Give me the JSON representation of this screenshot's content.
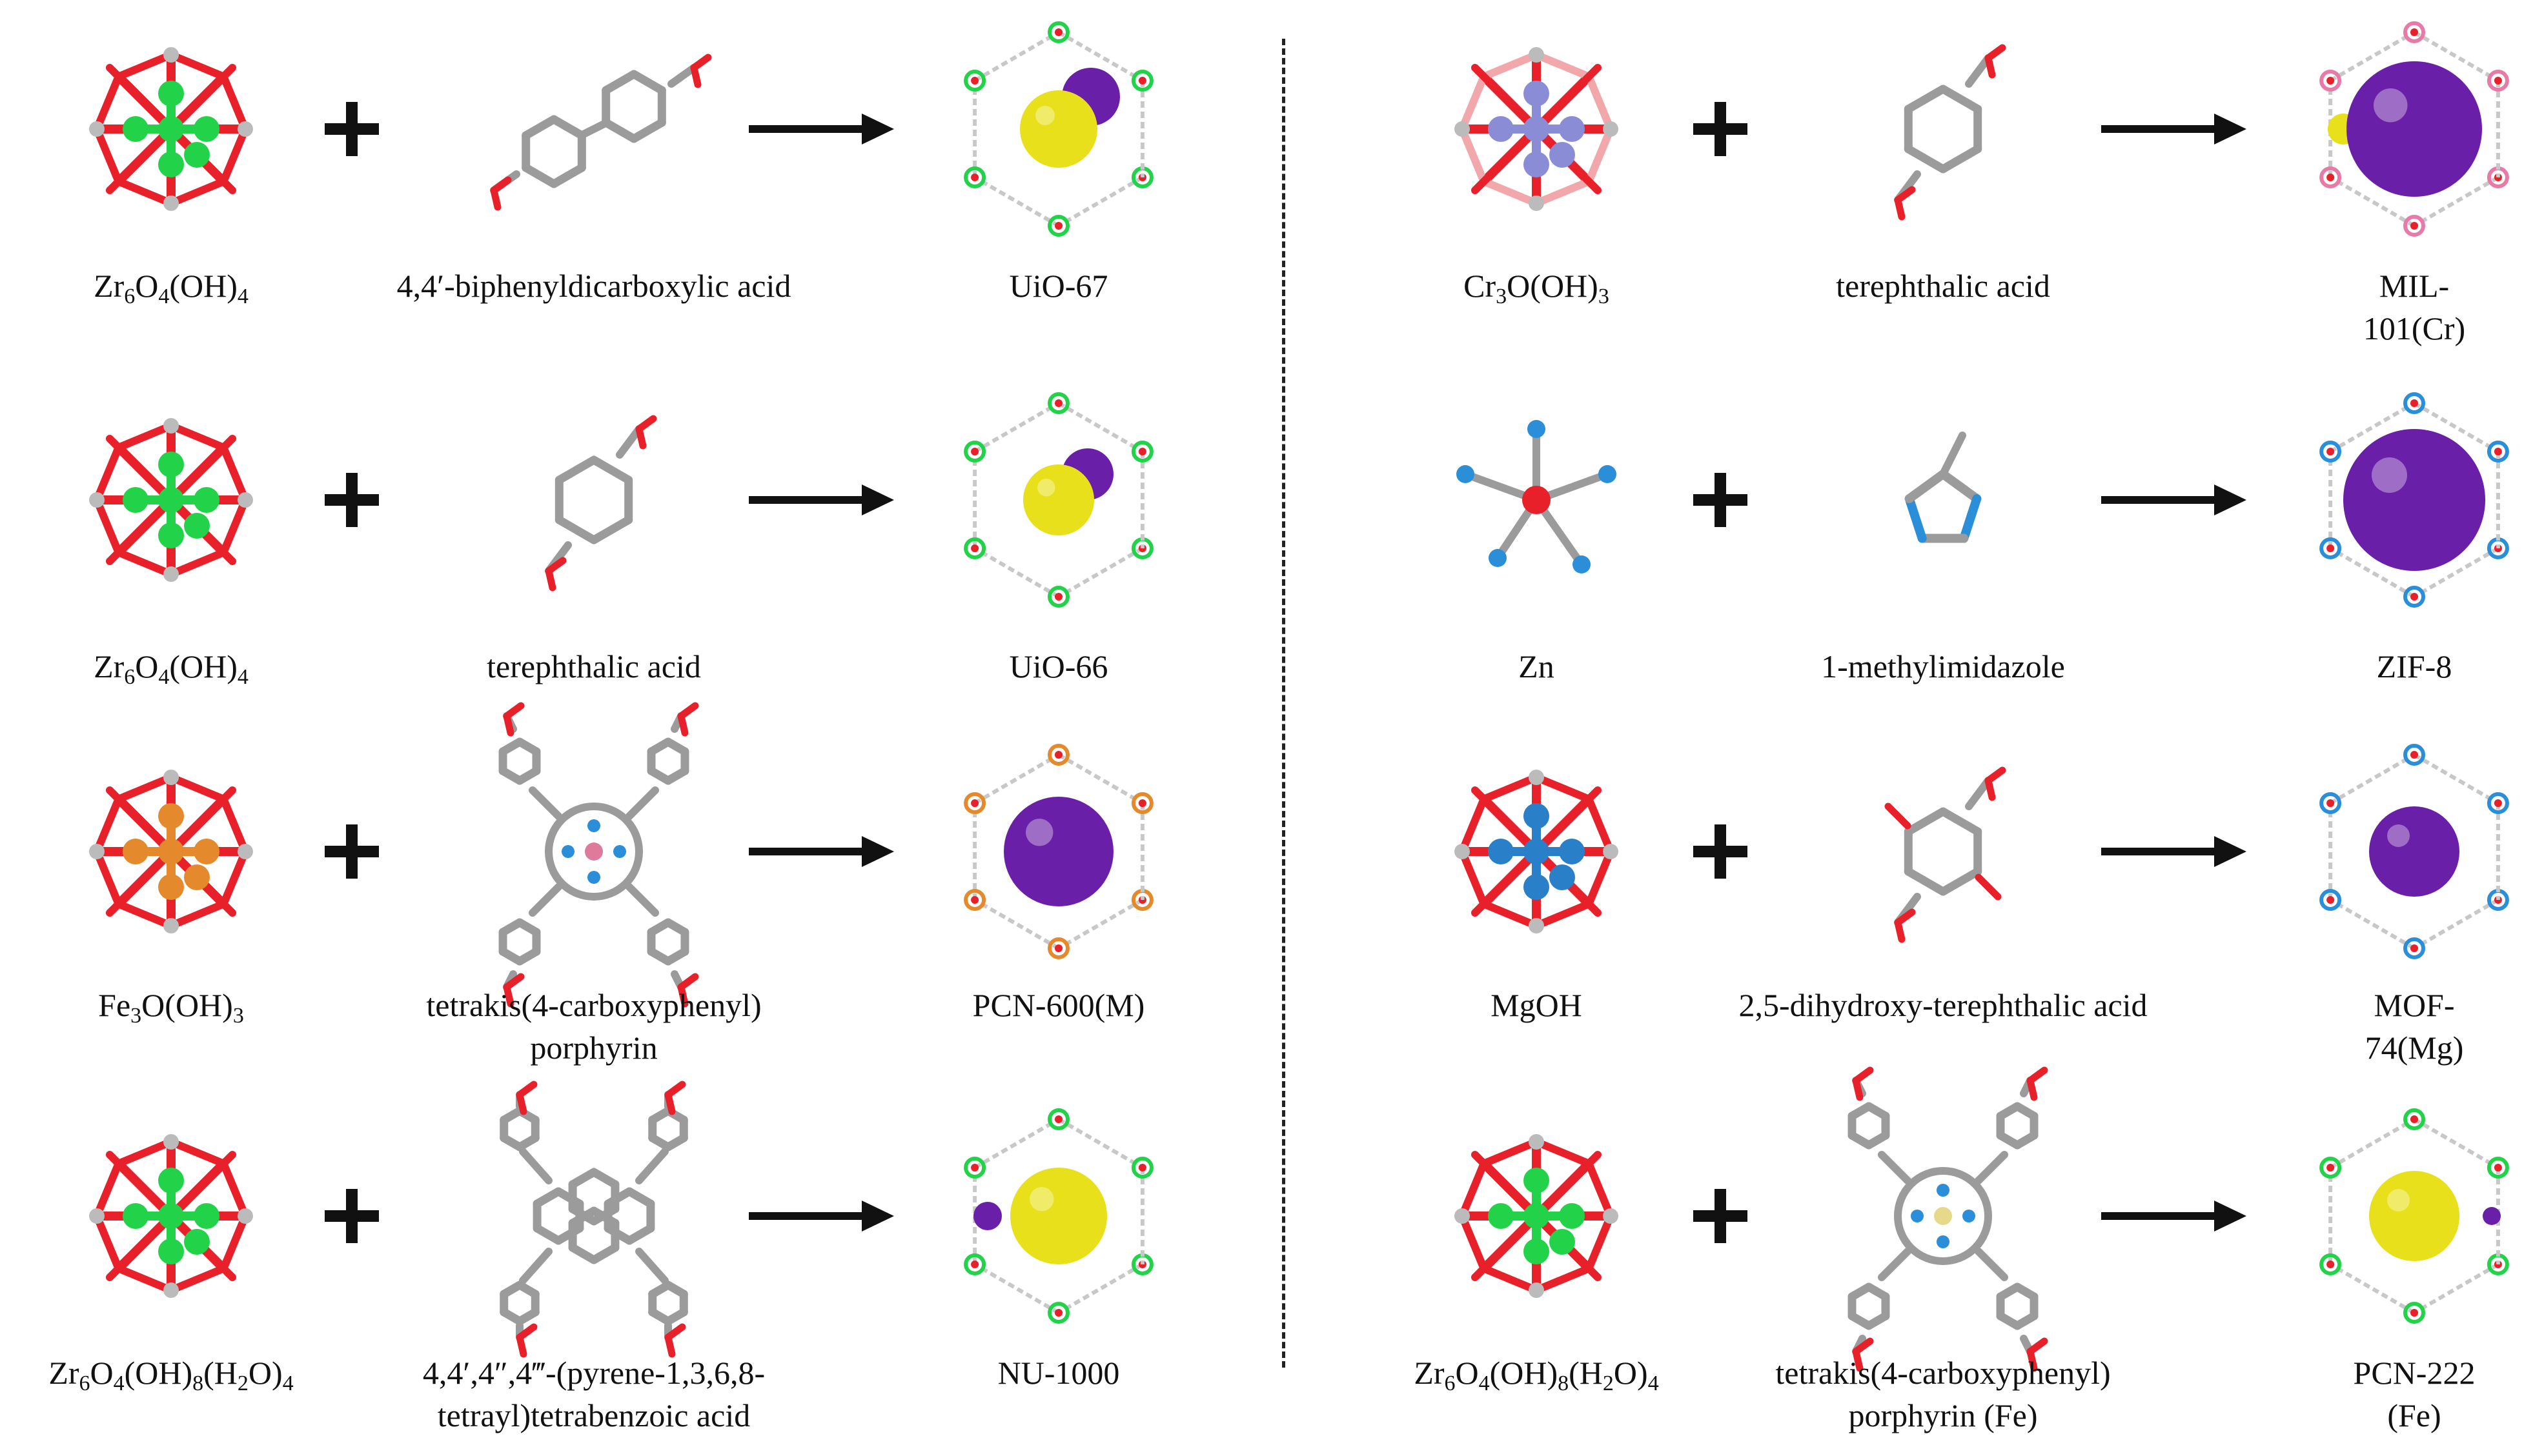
{
  "colors": {
    "carbon": "#9b9b9b",
    "oxygen": "#e8202a",
    "zirconium": "#22d34a",
    "chromium": "#8a8cd6",
    "nitrogen": "#2a8fd8",
    "iron": "#e58a2c",
    "magnesium": "#2a7fc9",
    "cavity_purple": "#6a1fa8",
    "cavity_yellow": "#e8e01a",
    "text": "#111111"
  },
  "left_rows": [
    {
      "node": "Zr6O4(OH)4",
      "linker": "4,4′-biphenyldicarboxylic acid",
      "product": "UiO-67",
      "node_icon": "zr-cluster-icon",
      "linker_icon": "biphenyl-dicarboxylic-acid-icon",
      "product_icon": "uio-67-framework-icon"
    },
    {
      "node": "Zr6O4(OH)4",
      "linker": "terephthalic acid",
      "product": "UiO-66",
      "node_icon": "zr-cluster-icon",
      "linker_icon": "terephthalic-acid-icon",
      "product_icon": "uio-66-framework-icon"
    },
    {
      "node": "Fe3O(OH)3",
      "linker": "tetrakis(4-carboxyphenyl) porphyrin",
      "product": "PCN-600(M)",
      "node_icon": "fe-cluster-icon",
      "linker_icon": "porphyrin-linker-icon",
      "product_icon": "pcn-600-framework-icon"
    },
    {
      "node": "Zr6O4(OH)8(H2O)4",
      "linker": "4,4′,4″,4‴-(pyrene-1,3,6,8-tetrayl)tetrabenzoic acid",
      "product": "NU-1000",
      "node_icon": "zr-cluster-icon",
      "linker_icon": "pyrene-tetrabenzoic-acid-icon",
      "product_icon": "nu-1000-framework-icon"
    }
  ],
  "right_rows": [
    {
      "node": "Cr3O(OH)3",
      "linker": "terephthalic acid",
      "product": "MIL-101(Cr)",
      "node_icon": "cr-cluster-icon",
      "linker_icon": "terephthalic-acid-icon",
      "product_icon": "mil-101-framework-icon"
    },
    {
      "node": "Zn",
      "linker": "1-methylimidazole",
      "product": "ZIF-8",
      "node_icon": "zn-imidazolate-node-icon",
      "linker_icon": "methylimidazole-icon",
      "product_icon": "zif-8-framework-icon"
    },
    {
      "node": "MgOH",
      "linker": "2,5-dihydroxy-terephthalic acid",
      "product": "MOF-74(Mg)",
      "node_icon": "mg-cluster-icon",
      "linker_icon": "dihydroxy-terephthalic-acid-icon",
      "product_icon": "mof-74-framework-icon"
    },
    {
      "node": "Zr6O4(OH)8(H2O)4",
      "linker": "tetrakis(4-carboxyphenyl) porphyrin (Fe)",
      "product": "PCN-222 (Fe)",
      "node_icon": "zr-cluster-icon",
      "linker_icon": "fe-porphyrin-linker-icon",
      "product_icon": "pcn-222-framework-icon"
    }
  ]
}
